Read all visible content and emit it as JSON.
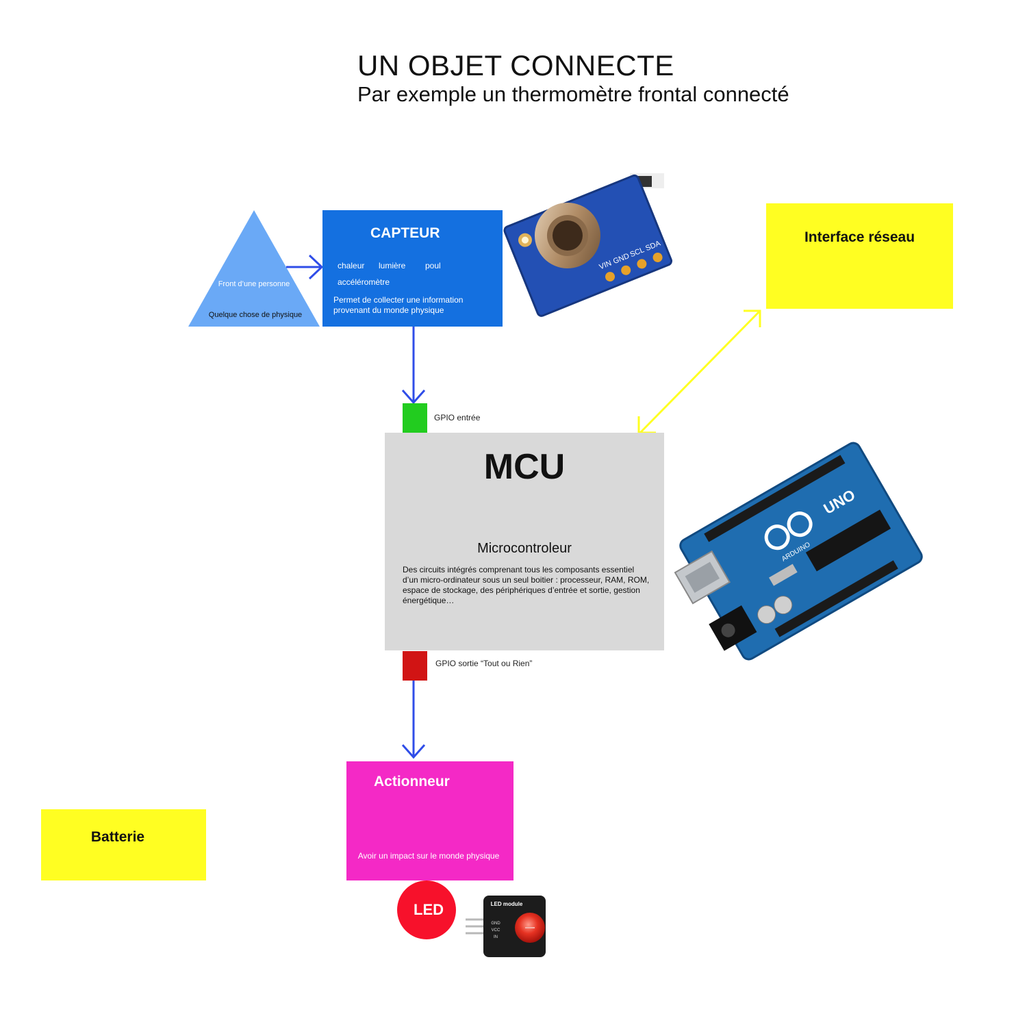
{
  "header": {
    "title": "UN OBJET CONNECTE",
    "subtitle": "Par exemple un thermomètre frontal connecté"
  },
  "physique": {
    "front": "Front d’une personne",
    "label": "Quelque chose de physique",
    "color": "#6aa9f6"
  },
  "capteur": {
    "title": "CAPTEUR",
    "tags": [
      "chaleur",
      "lumière",
      "poul",
      "accéléromètre"
    ],
    "description": "Permet de collecter une information provenant du monde physique",
    "color": "#1470e0",
    "sensor_pins": [
      "VIN",
      "GND",
      "SCL",
      "SDA"
    ]
  },
  "gpio": {
    "input_label": "GPIO entrée",
    "output_label": "GPIO sortie “Tout ou Rien”"
  },
  "mcu": {
    "title": "MCU",
    "subtitle": "Microcontroleur",
    "description": "Des circuits intégrés comprenant tous les composants essentiel d’un micro-ordinateur sous un seul boitier : processeur, RAM, ROM, espace de stockage, des périphériques d’entrée et sortie, gestion énergétique…",
    "board_label": "UNO",
    "board_brand": "ARDUINO"
  },
  "interface": {
    "title": "Interface réseau",
    "color": "#fffe22"
  },
  "batterie": {
    "title": "Batterie",
    "color": "#fffe22"
  },
  "actionneur": {
    "title": "Actionneur",
    "description": "Avoir un impact sur le monde physique",
    "color": "#f429c6"
  },
  "led": {
    "label": "LED",
    "module_label": "LED module",
    "pin_labels": [
      "GND",
      "VCC",
      "IN"
    ],
    "color": "#f7112b"
  }
}
